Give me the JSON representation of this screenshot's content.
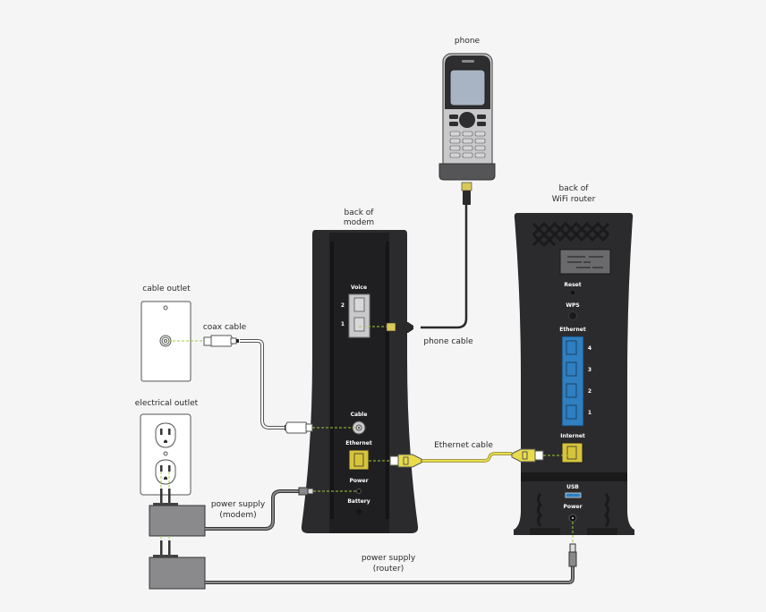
{
  "labels": {
    "phone": "phone",
    "back_of_modem": [
      "back of",
      "modem"
    ],
    "back_of_router": [
      "back of",
      "WiFi router"
    ],
    "cable_outlet": "cable outlet",
    "coax_cable": "coax cable",
    "electrical_outlet": "electrical outlet",
    "phone_cable": "phone cable",
    "ethernet_cable": "Ethernet cable",
    "power_supply_modem": [
      "power supply",
      "(modem)"
    ],
    "power_supply_router": [
      "power supply",
      "(router)"
    ]
  },
  "modem_ports": {
    "voice": "Voice",
    "voice_2": "2",
    "voice_1": "1",
    "cable": "Cable",
    "ethernet": "Ethernet",
    "power": "Power",
    "battery": "Battery"
  },
  "router_ports": {
    "reset": "Reset",
    "wps": "WPS",
    "ethernet": "Ethernet",
    "eth_4": "4",
    "eth_3": "3",
    "eth_2": "2",
    "eth_1": "1",
    "internet": "Internet",
    "usb": "USB",
    "power": "Power"
  },
  "colors": {
    "device_body": "#2b2b2d",
    "ethernet_port_blue": "#2f7fc1",
    "internet_port_yellow": "#d8c43a",
    "ethernet_cable_yellow": "#e8dc4a",
    "connection_dash": "#9ccb3c"
  }
}
